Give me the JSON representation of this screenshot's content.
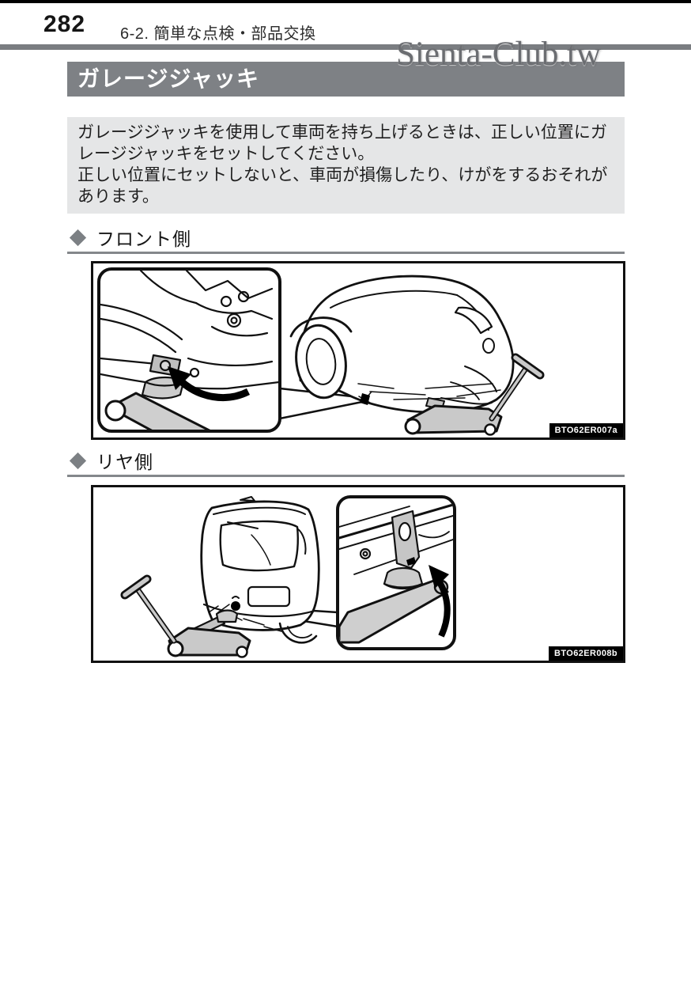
{
  "page": {
    "number": "282",
    "section_header": "6-2. 簡単な点検・部品交換",
    "watermark": "Sienta-Club.tw",
    "title": "ガレージジャッキ"
  },
  "notice": {
    "para1": "ガレージジャッキを使用して車両を持ち上げるときは、正しい位置にガレージジャッキをセットしてください。",
    "para2": "正しい位置にセットしないと、車両が損傷したり、けがをするおそれがあります。"
  },
  "sections": [
    {
      "heading": "フロント側",
      "figure_code": "BTO62ER007a"
    },
    {
      "heading": "リヤ側",
      "figure_code": "BTO62ER008b"
    }
  ],
  "colors": {
    "title_bar_bg": "#7e8185",
    "notice_bg": "#e5e6e7",
    "rule_gray": "#7a7d81",
    "diamond_gray": "#7c8084",
    "watermark_gray": "#6b6d71",
    "line_art": "#111111",
    "jack_fill": "#c9c9c9"
  }
}
